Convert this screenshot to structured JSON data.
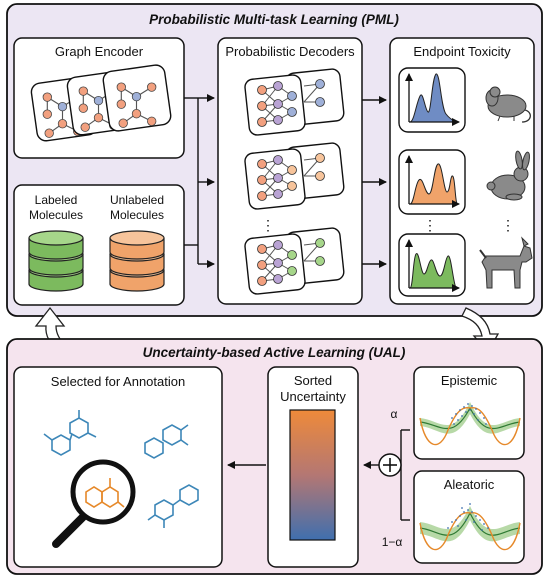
{
  "pml": {
    "title": "Probabilistic Multi-task Learning (PML)",
    "graph_encoder": {
      "title": "Graph Encoder"
    },
    "molecules": {
      "labeled_line1": "Labeled",
      "labeled_line2": "Molecules",
      "unlabeled_line1": "Unlabeled",
      "unlabeled_line2": "Molecules"
    },
    "decoders": {
      "title": "Probabilistic Decoders",
      "ellipsis": "⋮"
    },
    "toxicity": {
      "title": "Endpoint Toxicity",
      "ellipsis": "⋮"
    }
  },
  "ual": {
    "title": "Uncertainty-based Active Learning (UAL)",
    "selected": {
      "title": "Selected for Annotation"
    },
    "sorted": {
      "line1": "Sorted",
      "line2": "Uncertainty"
    },
    "epistemic": {
      "title": "Epistemic"
    },
    "aleatoric": {
      "title": "Aleatoric"
    },
    "alpha": "α",
    "one_minus_alpha": "1−α"
  },
  "colors": {
    "pml_bg": "#ece6f3",
    "ual_bg": "#f5e4ee",
    "blue": "#6f8cc4",
    "orange": "#f0a36a",
    "green": "#7cba5e",
    "molecule_blue": "#3d87b8",
    "molecule_orange": "#e6892a",
    "gradient_top": "#ee8a3a",
    "gradient_bottom": "#3f6fae"
  }
}
